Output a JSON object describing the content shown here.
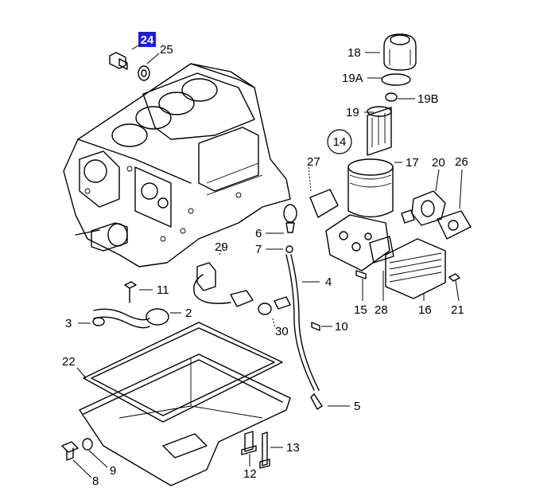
{
  "diagram": {
    "highlight_color": "#1e1edc",
    "labels": {
      "l24": "24",
      "l25": "25",
      "l18": "18",
      "l19a": "19A",
      "l19b": "19B",
      "l19": "19",
      "l14": "14",
      "l27": "27",
      "l17": "17",
      "l20": "20",
      "l26": "26",
      "l6": "6",
      "l7": "7",
      "l29": "29",
      "l4": "4",
      "l11": "11",
      "l2": "2",
      "l3": "3",
      "l15": "15",
      "l28": "28",
      "l16": "16",
      "l21": "21",
      "l30": "30",
      "l10": "10",
      "l22": "22",
      "l5": "5",
      "l13": "13",
      "l9": "9",
      "l12": "12",
      "l8": "8"
    }
  }
}
